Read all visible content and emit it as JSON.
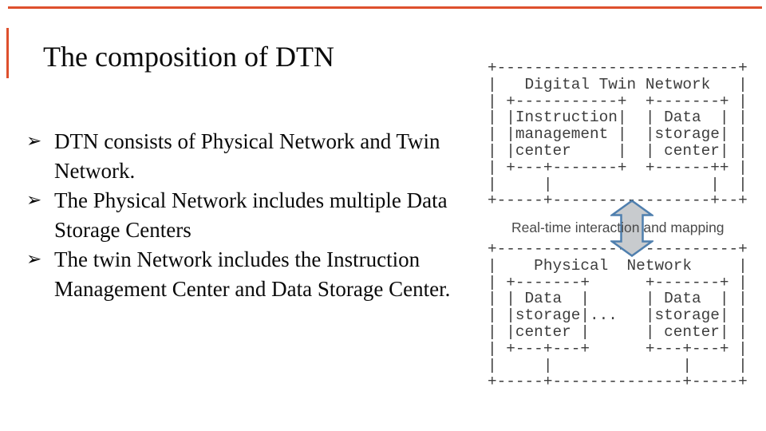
{
  "slide": {
    "title": "The composition of DTN",
    "bullet_glyph": "➢",
    "bullets": [
      "DTN consists of Physical Network and Twin Network.",
      "The Physical Network includes multiple Data Storage Centers",
      "The twin Network includes the Instruction Management Center and Data Storage Center."
    ]
  },
  "diagram": {
    "digital_twin_box_ascii": [
      "+--------------------------+",
      "|   Digital Twin Network   |",
      "| +-----------+  +-------+ |",
      "| |Instruction|  | Data  | |",
      "| |management |  |storage| |",
      "| |center     |  | center| |",
      "| +---+-------+  +------++ |",
      "|     |                 |  |",
      "+-----+-----------------+--+"
    ],
    "physical_box_ascii": [
      "+--------------------------+",
      "|    Physical  Network     |",
      "| +-------+      +-------+ |",
      "| | Data  |      | Data  | |",
      "| |storage|...   |storage| |",
      "| |center |      | center| |",
      "| +---+---+      +---+---+ |",
      "|     |              |     |",
      "+-----+--------------+-----+"
    ],
    "interaction_label": "Real-time interaction and mapping",
    "arrow_icon": "up-down-arrow"
  },
  "colors": {
    "accent": "#de502d",
    "body_text": "#0a0a0a",
    "ascii_text": "#3d3d3d",
    "label_text": "#4a4a4a",
    "arrow_fill": "#c8cbce",
    "arrow_stroke": "#4f7fae"
  }
}
